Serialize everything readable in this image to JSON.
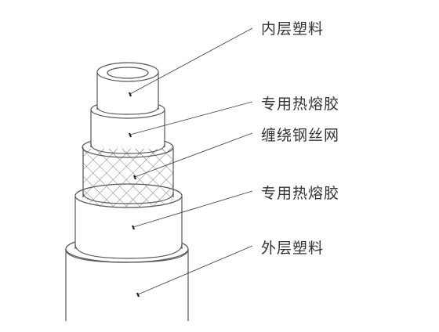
{
  "labels": [
    {
      "id": "inner",
      "text": "内层塑料"
    },
    {
      "id": "adhesive1",
      "text": "专用热熔胶"
    },
    {
      "id": "steel",
      "text": "缠绕钢丝网"
    },
    {
      "id": "adhesive2",
      "text": "专用热熔胶"
    },
    {
      "id": "outer",
      "text": "外层塑料"
    }
  ],
  "colors": {
    "stroke": "#555555",
    "fill": "#ffffff",
    "mesh": "#777777",
    "text": "#333333"
  }
}
